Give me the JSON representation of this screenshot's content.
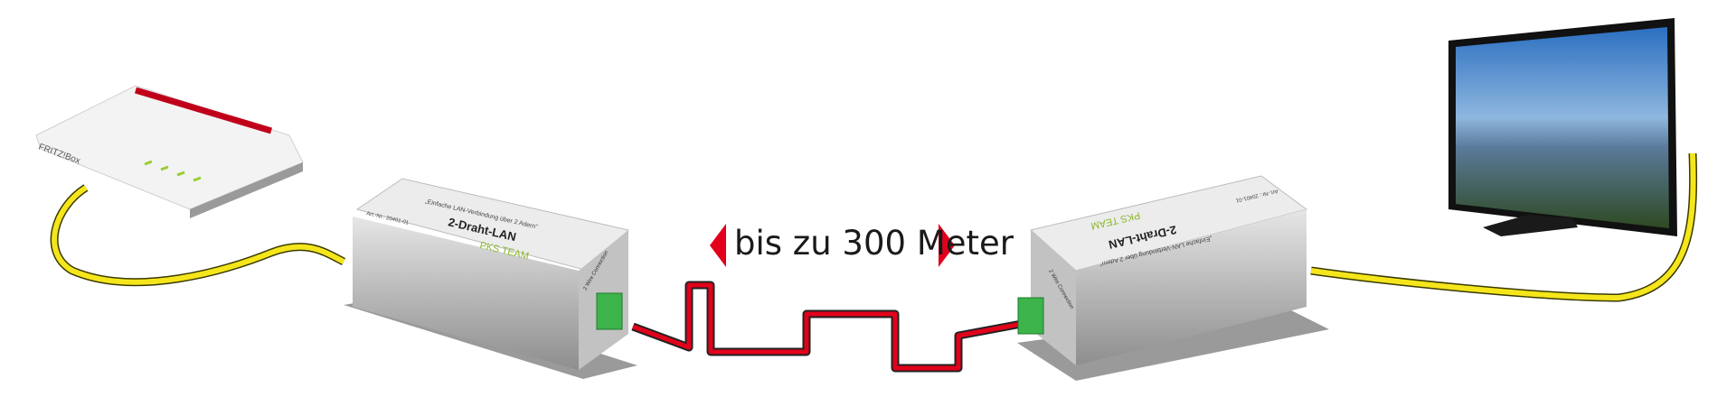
{
  "distance_label": "bis zu 300 Meter",
  "router": {
    "brand": "FRITZ!Box"
  },
  "extender": {
    "product_name": "2-Draht-LAN",
    "slogan": "„Einfache LAN-Verbindung über 2 Adern“",
    "article_no": "Art.-Nr.: 20401-01",
    "brand": "PKS TEAM",
    "port_label": "2 Wire Connection"
  },
  "colors": {
    "accent_red": "#e2001a",
    "cable_yellow": "#f5e61c",
    "terminal_green": "#3cb44b",
    "housing": "#c9c9c9"
  }
}
